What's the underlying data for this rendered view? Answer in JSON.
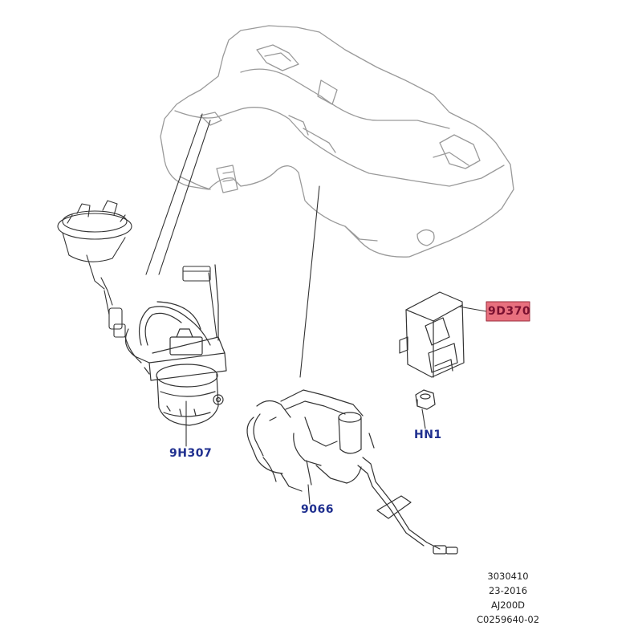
{
  "callouts": {
    "fuel_pump_module": "9H307",
    "fuel_sender_unit": "9066",
    "fuel_pump_driver_module": "9D370",
    "nut": "HN1"
  },
  "reference": {
    "line1": "3030410",
    "line2": "23-2016",
    "line3": "AJ200D",
    "line4": "C0259640-02"
  },
  "colors": {
    "label_blue": "#1f2f8f",
    "highlight_fill": "#e8707e",
    "highlight_text": "#7a1030",
    "line_art": "#333333",
    "tank_outline": "#8a8a8a"
  }
}
